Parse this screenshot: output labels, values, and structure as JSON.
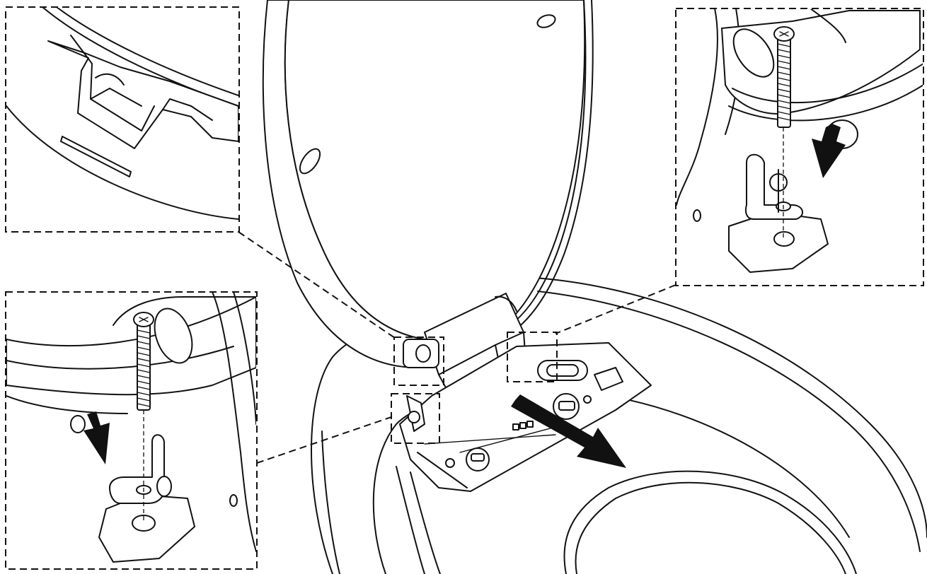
{
  "figure": {
    "callouts": [
      {
        "id": "top-left",
        "content": "hinge-cover-slot-detail"
      },
      {
        "id": "top-right",
        "content": "right-hinge-bolt-installation"
      },
      {
        "id": "bottom-left",
        "content": "left-hinge-bolt-installation"
      }
    ],
    "arrows": [
      {
        "id": "right-bolt-arrow",
        "direction": "down"
      },
      {
        "id": "left-bolt-arrow",
        "direction": "down"
      },
      {
        "id": "cover-removal-arrow",
        "direction": "down-right"
      }
    ],
    "colors": {
      "line": "#111111",
      "background": "#ffffff"
    }
  }
}
